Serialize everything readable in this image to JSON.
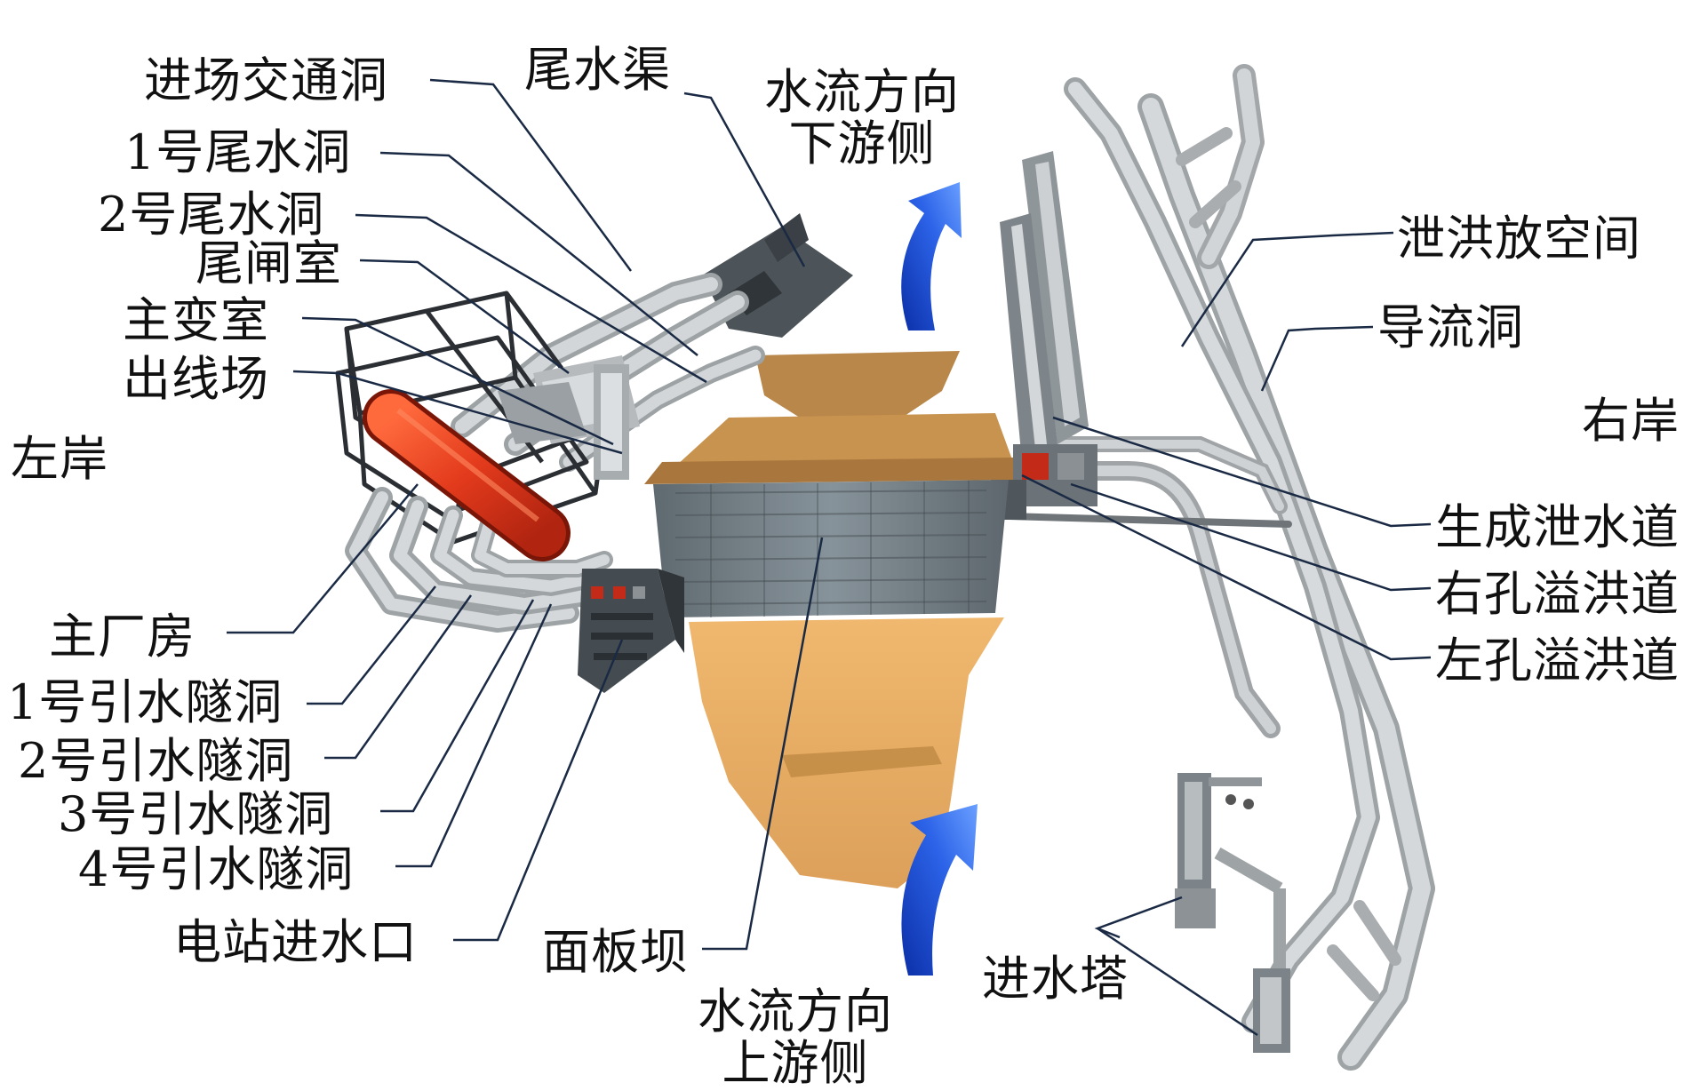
{
  "labels": {
    "access_tunnel": "进场交通洞",
    "tailrace_channel": "尾水渠",
    "flow_downstream_1": "水流方向",
    "flow_downstream_2": "下游侧",
    "tailrace_tunnel_1": "1号尾水洞",
    "tailrace_tunnel_2": "2号尾水洞",
    "tail_gate_chamber": "尾闸室",
    "main_transformer": "主变室",
    "switchyard": "出线场",
    "left_bank": "左岸",
    "flood_release_tunnel": "泄洪放空间",
    "diversion_tunnel": "导流洞",
    "right_bank": "右岸",
    "ecological_outlet": "生成泄水道",
    "right_spillway": "右孔溢洪道",
    "left_spillway": "左孔溢洪道",
    "powerhouse": "主厂房",
    "headrace_1": "1号引水隧洞",
    "headrace_2": "2号引水隧洞",
    "headrace_3": "3号引水隧洞",
    "headrace_4": "4号引水隧洞",
    "intake": "电站进水口",
    "face_dam": "面板坝",
    "intake_tower": "进水塔",
    "flow_upstream_1": "水流方向",
    "flow_upstream_2": "上游侧"
  },
  "colors": {
    "tunnel": "#c9ccce",
    "dark_structure": "#4a5257",
    "dam_face": "#6f7a80",
    "rock_top": "#b9874a",
    "rock_body": "#e7ad64",
    "powerhouse": "#e03a1e",
    "flow_arrow": "#1f4fd6",
    "leader_line": "#1a2a44"
  }
}
